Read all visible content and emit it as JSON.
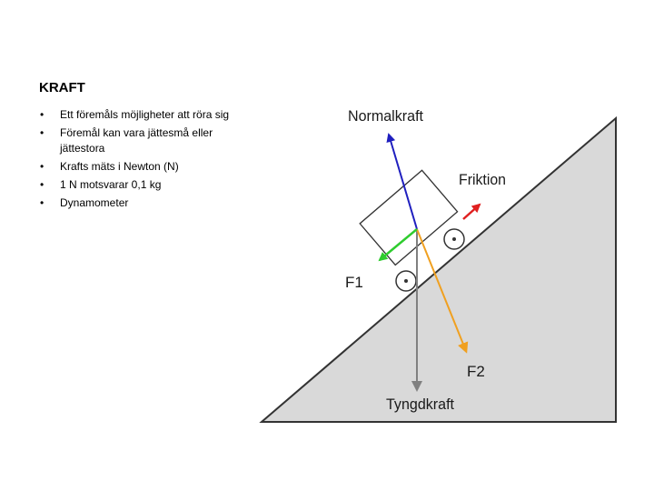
{
  "slide": {
    "title": "KRAFT",
    "bullets": [
      "Ett föremåls möjligheter att röra sig",
      "Föremål kan vara jättesmå eller jättestora",
      "Krafts mäts i Newton (N)",
      "1 N motsvarar 0,1 kg",
      "Dynamometer"
    ]
  },
  "diagram": {
    "labels": {
      "normal": "Normalkraft",
      "friction": "Friktion",
      "f1": "F1",
      "f2": "F2",
      "gravity": "Tyngdkraft"
    },
    "colors": {
      "incline_fill": "#d9d9d9",
      "outline": "#333333",
      "normal": "#1f1fbf",
      "friction": "#e02020",
      "f1": "#2ecc2e",
      "f2": "#f0a020",
      "gravity": "#808080"
    }
  }
}
